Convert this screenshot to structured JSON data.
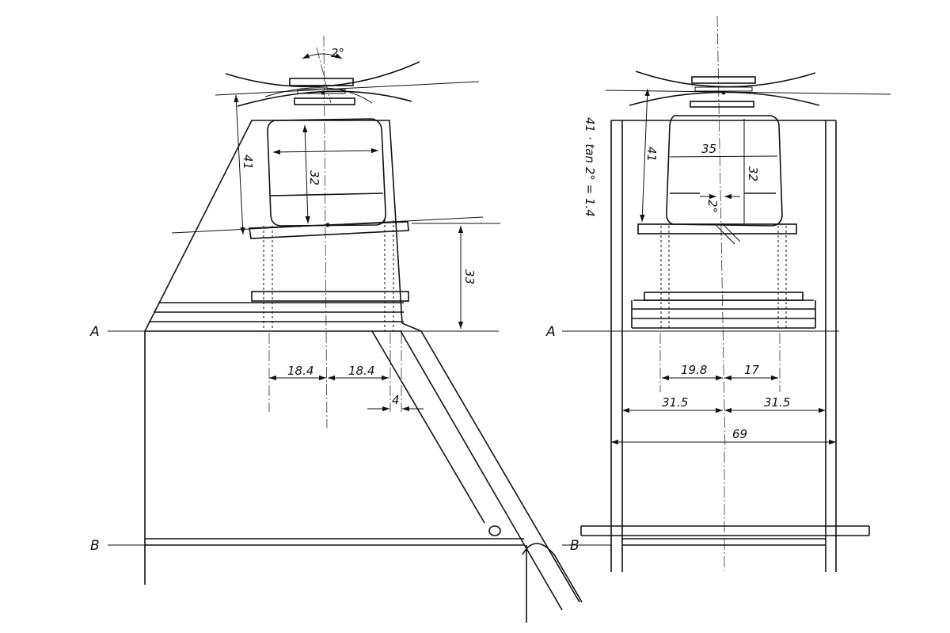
{
  "datum_labels": {
    "a": "A",
    "b": "B"
  },
  "left_view": {
    "tilt_angle": "2°",
    "height_41": "41",
    "lens_height_32": "32",
    "standard_gap_33": "33",
    "half_width_left": "18.4",
    "half_width_right": "18.4",
    "rail_gap_4": "4"
  },
  "right_view": {
    "height_41": "41",
    "lens_width_35": "35",
    "lens_height_32": "32",
    "tilt_angle": "2°",
    "rod_left": "19.8",
    "rod_right": "17",
    "half_left": "31.5",
    "half_right": "31.5",
    "total_width": "69"
  },
  "formula": "41 · tan 2° = 1.4"
}
